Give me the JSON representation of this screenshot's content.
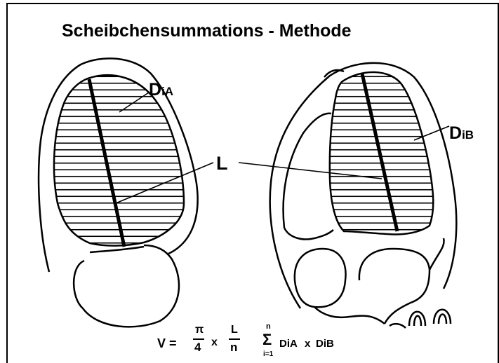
{
  "title": "Scheibchensummations - Methode",
  "labels": {
    "dia": {
      "main": "D",
      "sub": "iA"
    },
    "dib": {
      "main": "D",
      "sub": "iB"
    },
    "length": "L"
  },
  "formula": {
    "lhs": "V =",
    "pi": "π",
    "four": "4",
    "times1": "x",
    "L": "L",
    "n": "n",
    "sigma": "Σ",
    "upper": "n",
    "lower": "i=1",
    "term1": "DiA",
    "times2": "x",
    "term2": "DiB"
  },
  "colors": {
    "ink": "#000000",
    "background": "#ffffff"
  }
}
